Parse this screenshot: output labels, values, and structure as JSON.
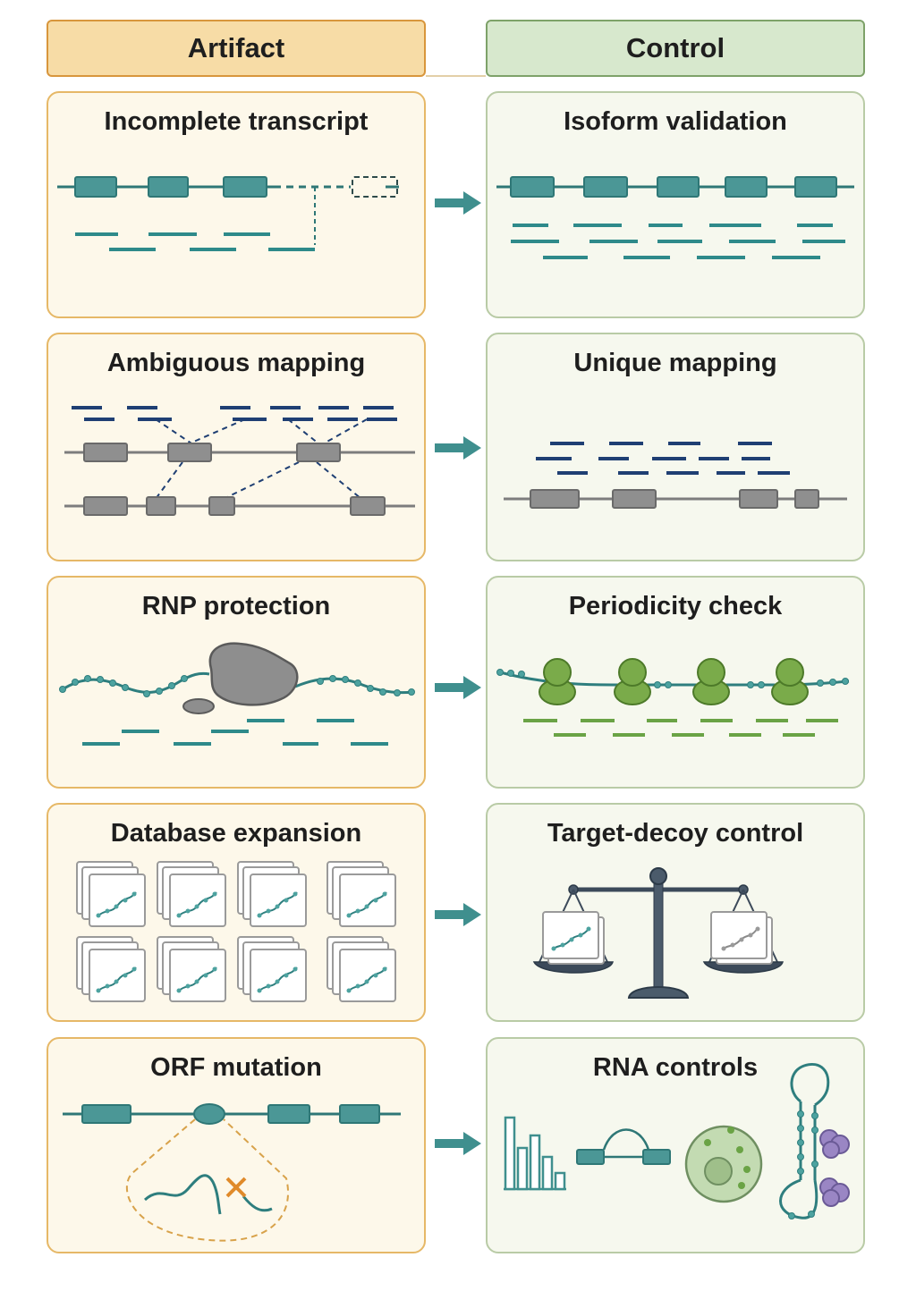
{
  "headers": {
    "left": "Artifact",
    "right": "Control"
  },
  "rows": [
    {
      "artifact": "Incomplete transcript",
      "control": "Isoform validation"
    },
    {
      "artifact": "Ambiguous mapping",
      "control": "Unique mapping"
    },
    {
      "artifact": "RNP protection",
      "control": "Periodicity check"
    },
    {
      "artifact": "Database expansion",
      "control": "Target-decoy control"
    },
    {
      "artifact": "ORF mutation",
      "control": "RNA controls"
    }
  ],
  "colors": {
    "artifact_border": "#e6b867",
    "control_border": "#b9cba6",
    "teal": "#3f8f8e",
    "navy": "#1f3f73",
    "green": "#6aa345",
    "arrow": "#3f8f8e"
  }
}
